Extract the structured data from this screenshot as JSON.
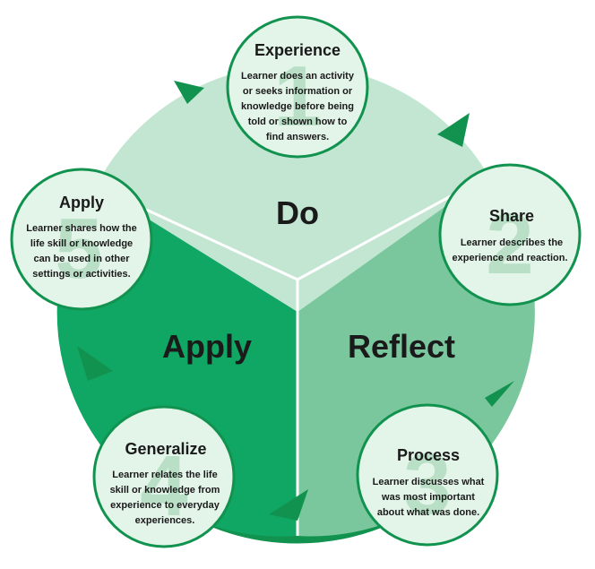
{
  "colors": {
    "ring": "#11934f",
    "do_sector": "#c3e6d2",
    "reflect_sector": "#7ac79d",
    "apply_sector": "#10a663",
    "bubble_fill": "#e3f4e9",
    "bubble_border": "#11934f",
    "bubble_number": "#b9dfc6",
    "divider": "#ffffff",
    "text": "#1a1a1a"
  },
  "sections": {
    "do": "Do",
    "reflect": "Reflect",
    "apply": "Apply"
  },
  "steps": [
    {
      "number": "1",
      "title": "Experience",
      "lines": [
        "Learner does an activity",
        "or seeks information or",
        "knowledge before being",
        "told or shown how to",
        "find answers."
      ]
    },
    {
      "number": "2",
      "title": "Share",
      "lines": [
        "Learner describes the",
        "experience and reaction."
      ]
    },
    {
      "number": "3",
      "title": "Process",
      "lines": [
        "Learner discusses what",
        "was most important",
        "about what was done."
      ]
    },
    {
      "number": "4",
      "title": "Generalize",
      "lines": [
        "Learner relates the life",
        "skill or knowledge from",
        "experience to everyday",
        "experiences."
      ]
    },
    {
      "number": "5",
      "title": "Apply",
      "lines": [
        "Learner shares how the",
        "life skill or knowledge",
        "can be used in other",
        "settings or activities."
      ]
    }
  ]
}
